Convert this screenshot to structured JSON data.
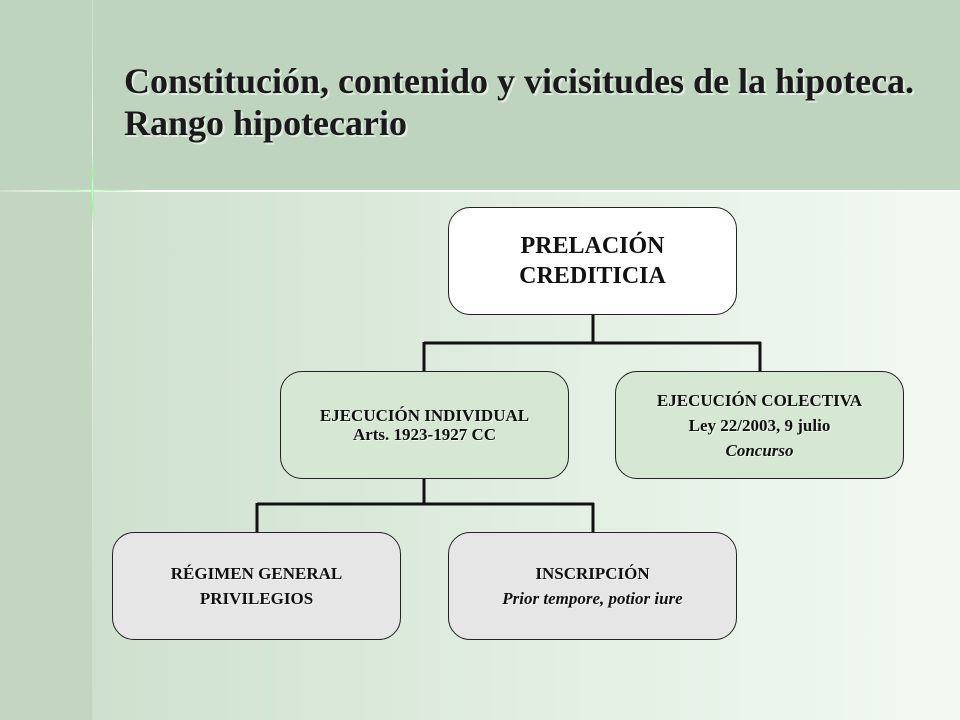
{
  "title": "Constitución, contenido y vicisitudes de la hipoteca. Rango hipotecario",
  "root": {
    "lines": [
      "PRELACIÓN",
      "CREDITICIA"
    ]
  },
  "individual": {
    "line1": "EJECUCIÓN INDIVIDUAL",
    "line2": "Arts. 1923-1927 CC"
  },
  "colectiva": {
    "line1": "EJECUCIÓN COLECTIVA",
    "line2": "Ley 22/2003, 9 julio",
    "line3": "Concurso"
  },
  "regimen": {
    "line1": "RÉGIMEN GENERAL",
    "line2": "PRIVILEGIOS"
  },
  "inscripcion": {
    "line1": "INSCRIPCIÓN",
    "line2": "Prior tempore, potior iure"
  },
  "colors": {
    "box_level1": "#d6e8d3",
    "box_level2": "#e6e6e6",
    "connector": "#111111",
    "title_band": "#bfd4bf"
  }
}
